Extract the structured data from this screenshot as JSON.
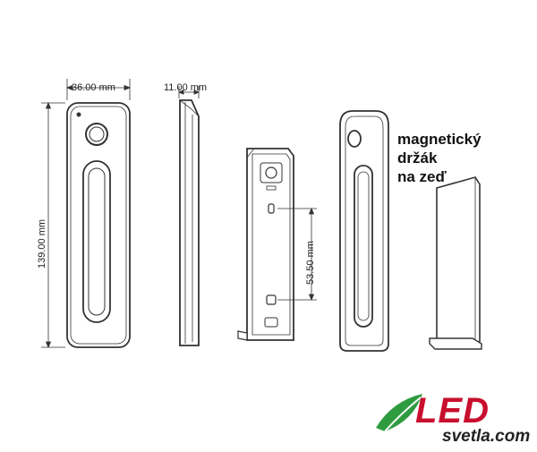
{
  "dimensions": {
    "width": "36.00 mm",
    "depth": "11.00 mm",
    "height": "139.00 mm",
    "mount_spacing": "53.50 mm"
  },
  "caption": {
    "line1": "magnetický",
    "line2": "držák",
    "line3": "na zeď"
  },
  "logo": {
    "brand": "LED",
    "url": "svetla.com"
  },
  "colors": {
    "line": "#333333",
    "brand_red": "#c8102e",
    "logo_green": "#2e9b3f"
  }
}
